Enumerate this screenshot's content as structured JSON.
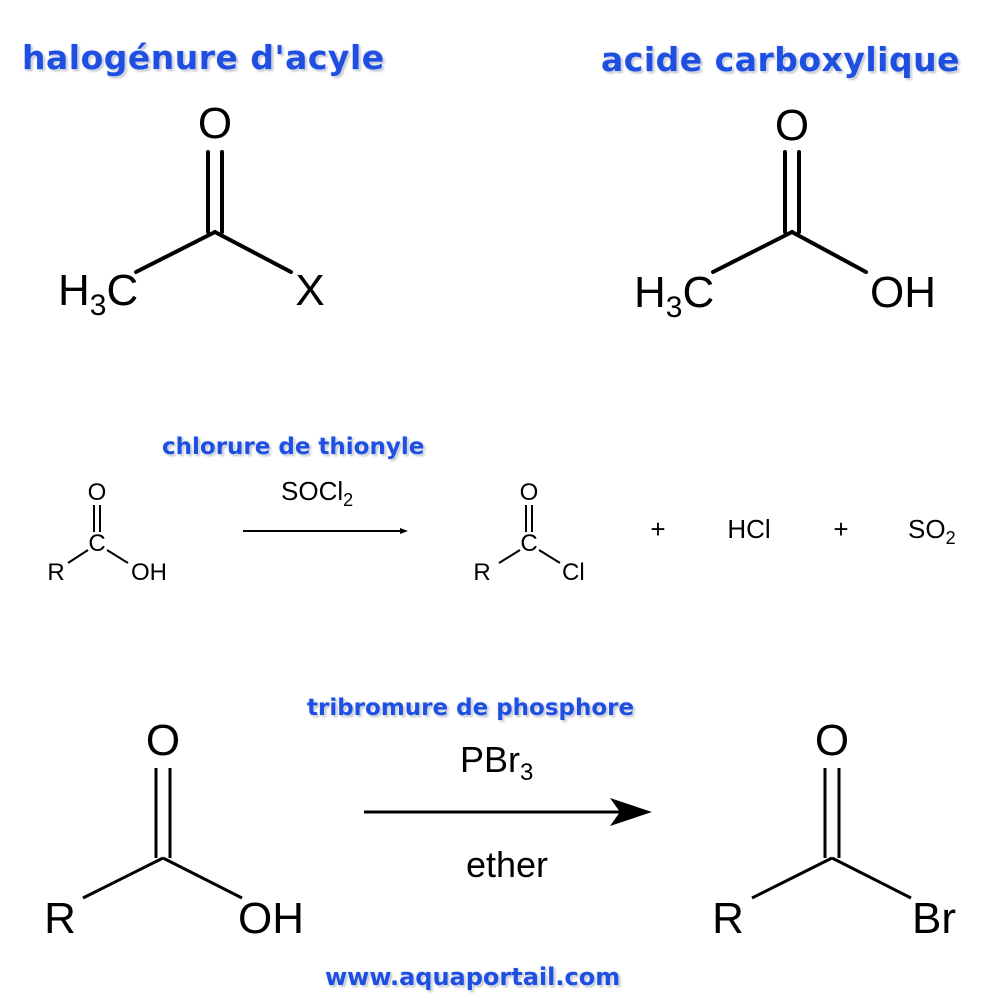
{
  "labels": {
    "acyl_halide": "halogénure d'acyle",
    "carboxylic_acid": "acide carboxylique",
    "thionyl_chloride": "chlorure de thionyle",
    "phosphorus_tribromide": "tribromure de phosphore",
    "website": "www.aquaportail.com"
  },
  "structures": {
    "acyl_halide": {
      "o": "O",
      "h3c_main": "H",
      "h3c_sub": "3",
      "h3c_tail": "C",
      "x": "X"
    },
    "carboxylic_acid": {
      "o": "O",
      "h3c_main": "H",
      "h3c_sub": "3",
      "h3c_tail": "C",
      "oh": "OH"
    }
  },
  "reaction1": {
    "reactant": {
      "o": "O",
      "c": "C",
      "r": "R",
      "oh": "OH"
    },
    "reagent_main": "SOCl",
    "reagent_sub": "2",
    "product": {
      "o": "O",
      "c": "C",
      "r": "R",
      "cl": "Cl"
    },
    "plus1": "+",
    "byproduct1": "HCl",
    "plus2": "+",
    "byproduct2_main": "SO",
    "byproduct2_sub": "2"
  },
  "reaction2": {
    "reactant": {
      "o": "O",
      "r": "R",
      "oh": "OH"
    },
    "reagent_main": "PBr",
    "reagent_sub": "3",
    "solvent": "ether",
    "product": {
      "o": "O",
      "r": "R",
      "br": "Br"
    }
  }
}
